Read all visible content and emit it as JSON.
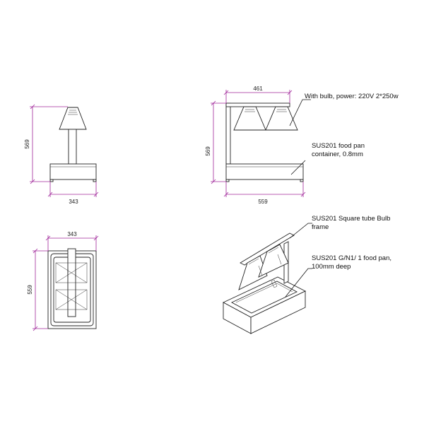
{
  "front_view": {
    "height_dim": "569",
    "width_dim": "343"
  },
  "side_view": {
    "top_dim": "461",
    "height_dim": "569",
    "width_dim": "559"
  },
  "top_view": {
    "width_dim": "343",
    "height_dim": "559"
  },
  "notes": {
    "bulb": "With bulb, power: 220V  2*250w",
    "pan_container_line1": "SUS201 food pan",
    "pan_container_line2": "container, 0.8mm",
    "frame_line1": "SUS201 Square tube Bulb",
    "frame_line2": "frame",
    "food_pan_line1": "SUS201 G/N1/ 1 food pan,",
    "food_pan_line2": "100mm deep"
  },
  "colors": {
    "dimension": "#a0279a",
    "outline": "#222222"
  }
}
